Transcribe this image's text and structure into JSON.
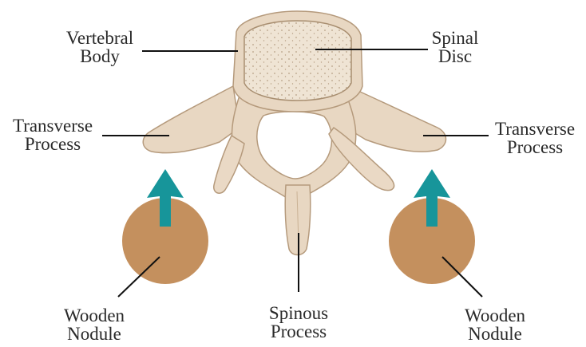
{
  "diagram": {
    "labels": {
      "vertebral_body": [
        "Vertebral",
        "Body"
      ],
      "spinal_disc": [
        "Spinal",
        "Disc"
      ],
      "transverse_left": [
        "Transverse",
        "Process"
      ],
      "transverse_right": [
        "Transverse",
        "Process"
      ],
      "spinous": [
        "Spinous",
        "Process"
      ],
      "nodule_left": [
        "Wooden",
        "Nodule"
      ],
      "nodule_right": [
        "Wooden",
        "Nodule"
      ]
    },
    "colors": {
      "bone": "#e8d7c2",
      "bone_outline": "#b59a7c",
      "disc_fill": "#efe4d4",
      "nodule": "#c4905e",
      "arrow": "#17959a",
      "leader_line": "#111111",
      "text": "#2a2a2a"
    },
    "icons": [
      "vertebra-illustration",
      "wooden-nodule-circle",
      "teal-up-arrow"
    ]
  }
}
